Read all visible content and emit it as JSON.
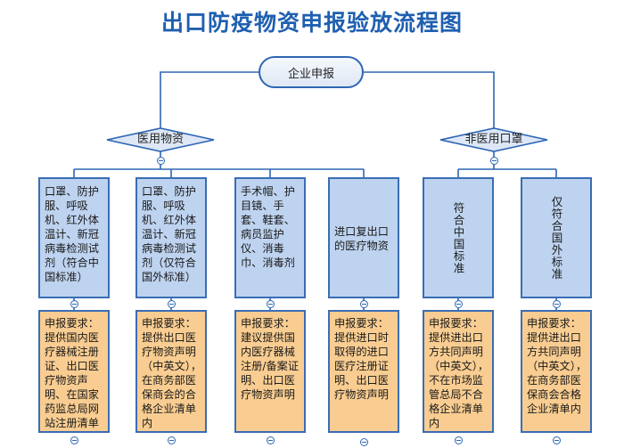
{
  "title": "出口防疫物资申报验放流程图",
  "root": {
    "label": "企业申报"
  },
  "categories": [
    {
      "label": "医用物资"
    },
    {
      "label": "非医用口罩"
    }
  ],
  "items": [
    {
      "desc": "口罩、防护服、呼吸机、红外体温计、新冠病毒检测试剂（符合中国标准）",
      "req": "申报要求：提供国内医疗器械注册证、出口医疗物资声明、在国家药监总局网站注册清单内"
    },
    {
      "desc": "口罩、防护服、呼吸机、红外体温计、新冠病毒检测试剂（仅符合国外标准）",
      "req": "申报要求：提供出口医疗物资声明（中英文），在商务部医保商会的合格企业清单内"
    },
    {
      "desc": "手术帽、护目镜、手套、鞋套、病员监护仪、消毒巾、消毒剂",
      "req": "申报要求：建议提供国内医疗器械注册/备案证明、出口医疗物资声明"
    },
    {
      "desc": "进口复出口的医疗物资",
      "req": "申报要求：提供进口时取得的进口医疗注册证明、出口医疗物资声明"
    },
    {
      "desc": "符合中国标准",
      "req": "申报要求：提供进出口方共同声明（中英文），不在市场监管总局不合格企业清单内"
    },
    {
      "desc": "仅符合国外标准",
      "req": "申报要求：提供进出口方共同声明（中英文），在商务部医保商会合格企业清单内"
    }
  ],
  "colors": {
    "title": "#1f5fb0",
    "line": "#2e66b3",
    "level1_fill": "#bed3ef",
    "level2_fill": "#f9cd91",
    "diamond_fill": "#dde7f5"
  }
}
